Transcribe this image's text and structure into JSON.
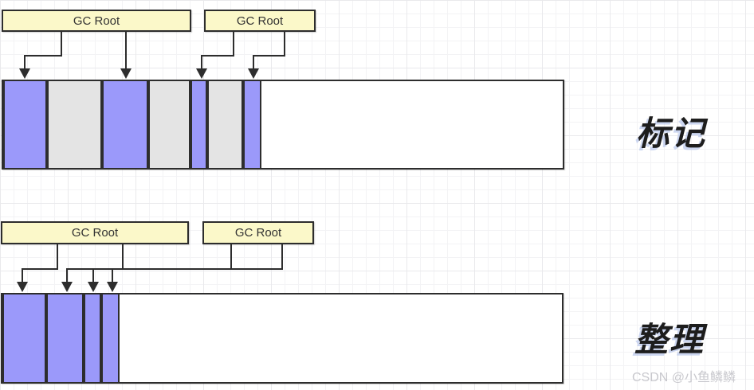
{
  "diagram": {
    "title_semantic": "GC mark-compact memory diagram",
    "gc_root_label": "GC Root",
    "colors": {
      "live": "#9b99fa",
      "garbage": "#e4e4e4",
      "box_fill": "#fbf8c9",
      "line": "#2d2d2d"
    },
    "rows": [
      {
        "label": "标记",
        "memory": {
          "segments": [
            {
              "state": "live",
              "width": 55
            },
            {
              "state": "garbage",
              "width": 69
            },
            {
              "state": "live",
              "width": 58
            },
            {
              "state": "garbage",
              "width": 53
            },
            {
              "state": "live",
              "width": 21
            },
            {
              "state": "garbage",
              "width": 45
            },
            {
              "state": "live",
              "width": 23
            }
          ]
        }
      },
      {
        "label": "整理",
        "memory": {
          "segments": [
            {
              "state": "live",
              "width": 55
            },
            {
              "state": "live",
              "width": 47
            },
            {
              "state": "live",
              "width": 22
            },
            {
              "state": "live",
              "width": 23
            }
          ]
        }
      }
    ]
  },
  "watermark": "CSDN @小鱼鳞鳞"
}
